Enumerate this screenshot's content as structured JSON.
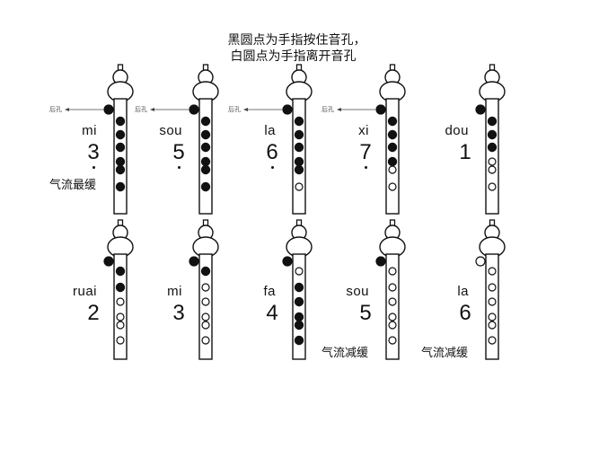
{
  "title": {
    "line1": "黑圆点为手指按住音孔，",
    "line2": "白圆点为手指离开音孔"
  },
  "legend": {
    "closed": "black-dot",
    "open": "white-dot"
  },
  "back_hole_label": "后孔",
  "colors": {
    "ink": "#111111",
    "background": "#ffffff",
    "label_gray": "#555555"
  },
  "rows": [
    {
      "pipes": [
        {
          "syllable": "mi",
          "number": "3",
          "low_octave_dot": true,
          "note": "气流最缓",
          "back_hole": "closed",
          "back_label": true,
          "holes": [
            "closed",
            "closed",
            "closed",
            "closed",
            "closed",
            "closed"
          ]
        },
        {
          "syllable": "sou",
          "number": "5",
          "low_octave_dot": true,
          "note": "",
          "back_hole": "closed",
          "back_label": true,
          "holes": [
            "closed",
            "closed",
            "closed",
            "closed",
            "closed",
            "closed"
          ]
        },
        {
          "syllable": "la",
          "number": "6",
          "low_octave_dot": true,
          "note": "",
          "back_hole": "closed",
          "back_label": true,
          "holes": [
            "closed",
            "closed",
            "closed",
            "closed",
            "closed",
            "open"
          ]
        },
        {
          "syllable": "xi",
          "number": "7",
          "low_octave_dot": true,
          "note": "",
          "back_hole": "closed",
          "back_label": true,
          "holes": [
            "closed",
            "closed",
            "closed",
            "closed",
            "open",
            "open"
          ]
        },
        {
          "syllable": "dou",
          "number": "1",
          "low_octave_dot": false,
          "note": "",
          "back_hole": "closed",
          "back_label": false,
          "holes": [
            "closed",
            "closed",
            "closed",
            "open",
            "open",
            "open"
          ]
        }
      ]
    },
    {
      "pipes": [
        {
          "syllable": "ruai",
          "number": "2",
          "low_octave_dot": false,
          "note": "",
          "back_hole": "closed",
          "back_label": false,
          "holes": [
            "closed",
            "closed",
            "open",
            "open",
            "open",
            "open"
          ]
        },
        {
          "syllable": "mi",
          "number": "3",
          "low_octave_dot": false,
          "note": "",
          "back_hole": "closed",
          "back_label": false,
          "holes": [
            "closed",
            "open",
            "open",
            "open",
            "open",
            "open"
          ]
        },
        {
          "syllable": "fa",
          "number": "4",
          "low_octave_dot": false,
          "note": "",
          "back_hole": "closed",
          "back_label": false,
          "holes": [
            "open",
            "closed",
            "closed",
            "closed",
            "closed",
            "closed"
          ]
        },
        {
          "syllable": "sou",
          "number": "5",
          "low_octave_dot": false,
          "note": "气流减缓",
          "back_hole": "closed",
          "back_label": false,
          "holes": [
            "open",
            "open",
            "open",
            "open",
            "open",
            "open"
          ]
        },
        {
          "syllable": "la",
          "number": "6",
          "low_octave_dot": false,
          "note": "气流减缓",
          "back_hole": "open",
          "back_label": false,
          "holes": [
            "open",
            "open",
            "open",
            "open",
            "open",
            "open"
          ]
        }
      ]
    }
  ]
}
